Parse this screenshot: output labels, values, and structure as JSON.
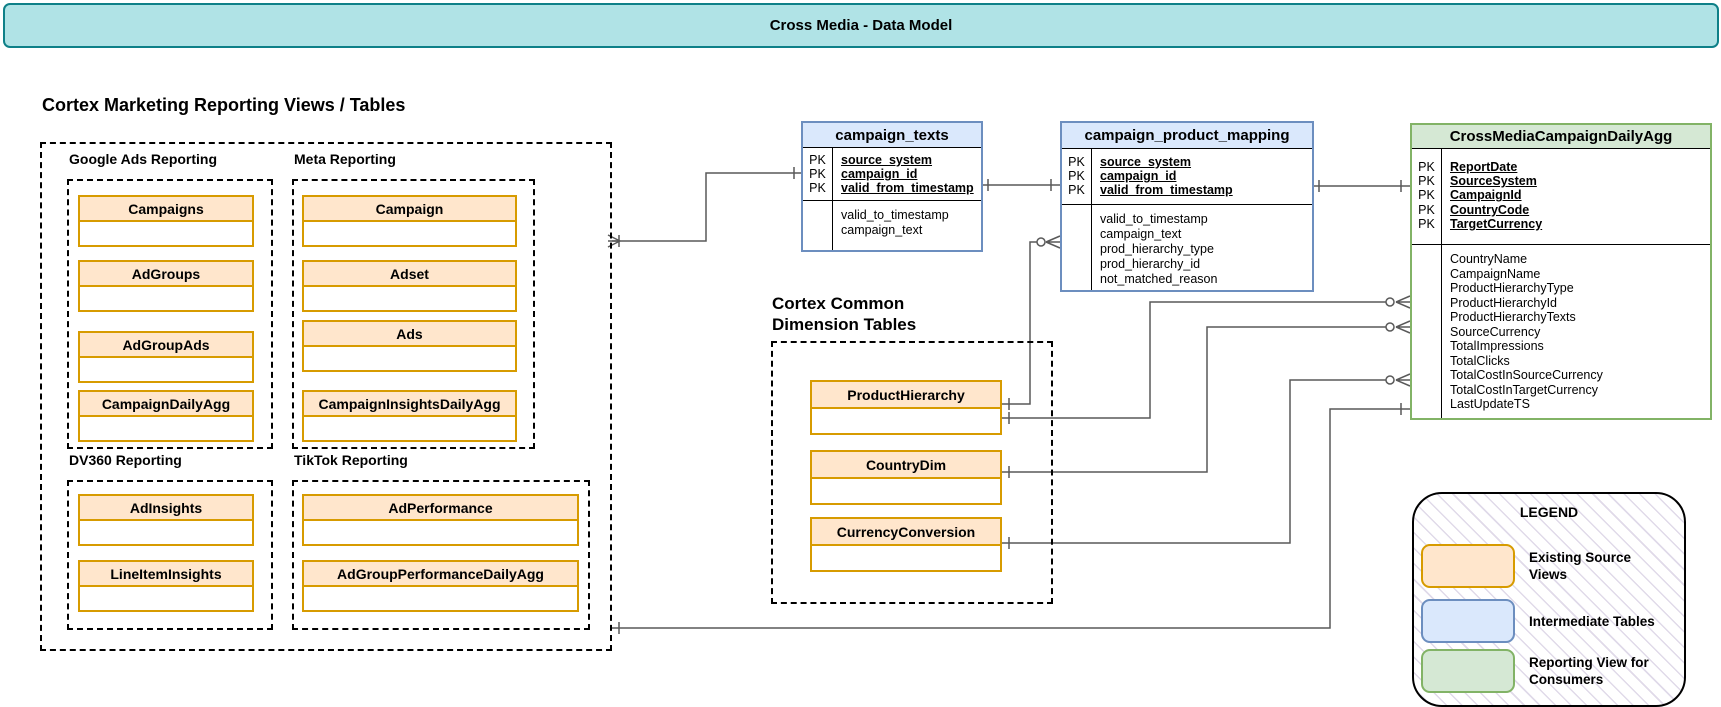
{
  "title": "Cross Media - Data Model",
  "marketing_section": {
    "heading": "Cortex Marketing Reporting Views / Tables",
    "groups": [
      {
        "id": "google",
        "label": "Google Ads Reporting",
        "tables": [
          "Campaigns",
          "AdGroups",
          "AdGroupAds",
          "CampaignDailyAgg"
        ]
      },
      {
        "id": "meta",
        "label": "Meta Reporting",
        "tables": [
          "Campaign",
          "Adset",
          "Ads",
          "CampaignInsightsDailyAgg"
        ]
      },
      {
        "id": "dv360",
        "label": "DV360 Reporting",
        "tables": [
          "AdInsights",
          "LineItemInsights"
        ]
      },
      {
        "id": "tiktok",
        "label": "TikTok Reporting",
        "tables": [
          "AdPerformance",
          "AdGroupPerformanceDailyAgg"
        ]
      }
    ]
  },
  "dimension_section": {
    "heading": "Cortex Common Dimension Tables",
    "tables": [
      "ProductHierarchy",
      "CountryDim",
      "CurrencyConversion"
    ]
  },
  "entities": [
    {
      "id": "campaign_texts",
      "name": "campaign_texts",
      "style": "blue",
      "pk_label": "PK",
      "pk_fields": [
        "source_system",
        "campaign_id",
        "valid_from_timestamp"
      ],
      "fields": [
        "valid_to_timestamp",
        "campaign_text"
      ]
    },
    {
      "id": "campaign_product_mapping",
      "name": "campaign_product_mapping",
      "style": "blue",
      "pk_label": "PK",
      "pk_fields": [
        "source_system",
        "campaign_id",
        "valid_from_timestamp"
      ],
      "fields": [
        "valid_to_timestamp",
        "campaign_text",
        "prod_hierarchy_type",
        "prod_hierarchy_id",
        "not_matched_reason"
      ]
    },
    {
      "id": "crossmedia",
      "name": "CrossMediaCampaignDailyAgg",
      "style": "green",
      "pk_label": "PK",
      "pk_fields": [
        "ReportDate",
        "SourceSystem",
        "CampaignId",
        "CountryCode",
        "TargetCurrency"
      ],
      "fields": [
        "CountryName",
        "CampaignName",
        "ProductHierarchyType",
        "ProductHierarchyId",
        "ProductHierarchyTexts",
        "SourceCurrency",
        "TotalImpressions",
        "TotalClicks",
        "TotalCostInSourceCurrency",
        "TotalCostInTargetCurrency",
        "LastUpdateTS"
      ]
    }
  ],
  "legend": {
    "title": "LEGEND",
    "items": [
      {
        "swatch": "orange",
        "label": "Existing Source Views"
      },
      {
        "swatch": "blue",
        "label": "Intermediate Tables"
      },
      {
        "swatch": "green",
        "label": "Reporting View for Consumers"
      }
    ]
  },
  "colors": {
    "source_views_fill": "#ffe6cc",
    "source_views_stroke": "#d79b00",
    "intermediate_fill": "#dae8fc",
    "intermediate_stroke": "#6c8ebf",
    "reporting_fill": "#d5e8d4",
    "reporting_stroke": "#82b366",
    "title_fill": "#b0e3e6",
    "title_stroke": "#0e8088",
    "connector": "#595959"
  }
}
